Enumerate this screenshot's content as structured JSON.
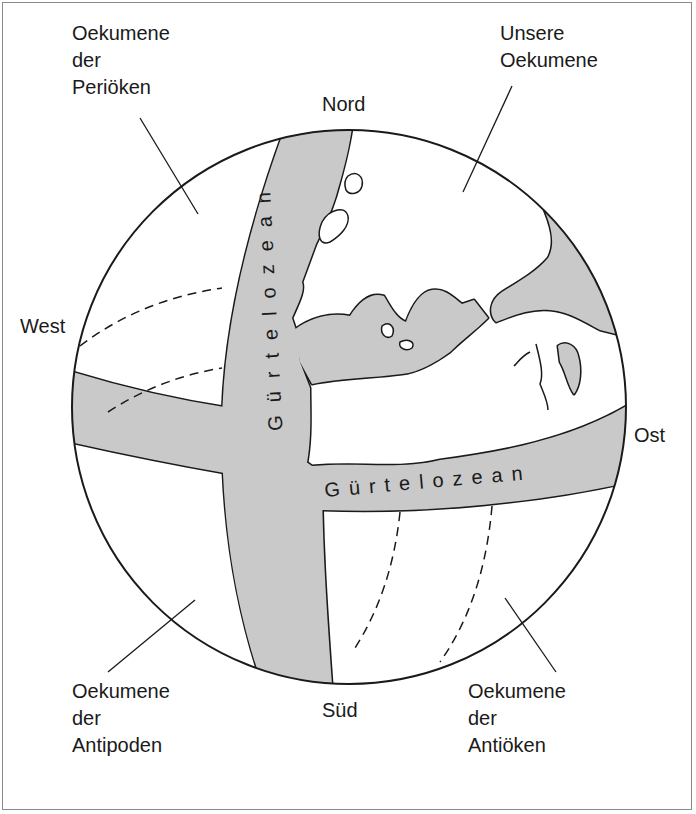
{
  "diagram": {
    "nodes": [
      {
        "text": [
          "Gürtelozean"
        ]
      },
      {
        "text": [
          "Gürtelozean"
        ]
      }
    ],
    "labels": [
      "Oekumene der Periöken",
      "Unsere Oekumene",
      "Nord",
      "West",
      "Ost",
      "Süd",
      "Oekumene der Antipoden",
      "Oekumene der Antiöken"
    ]
  }
}
